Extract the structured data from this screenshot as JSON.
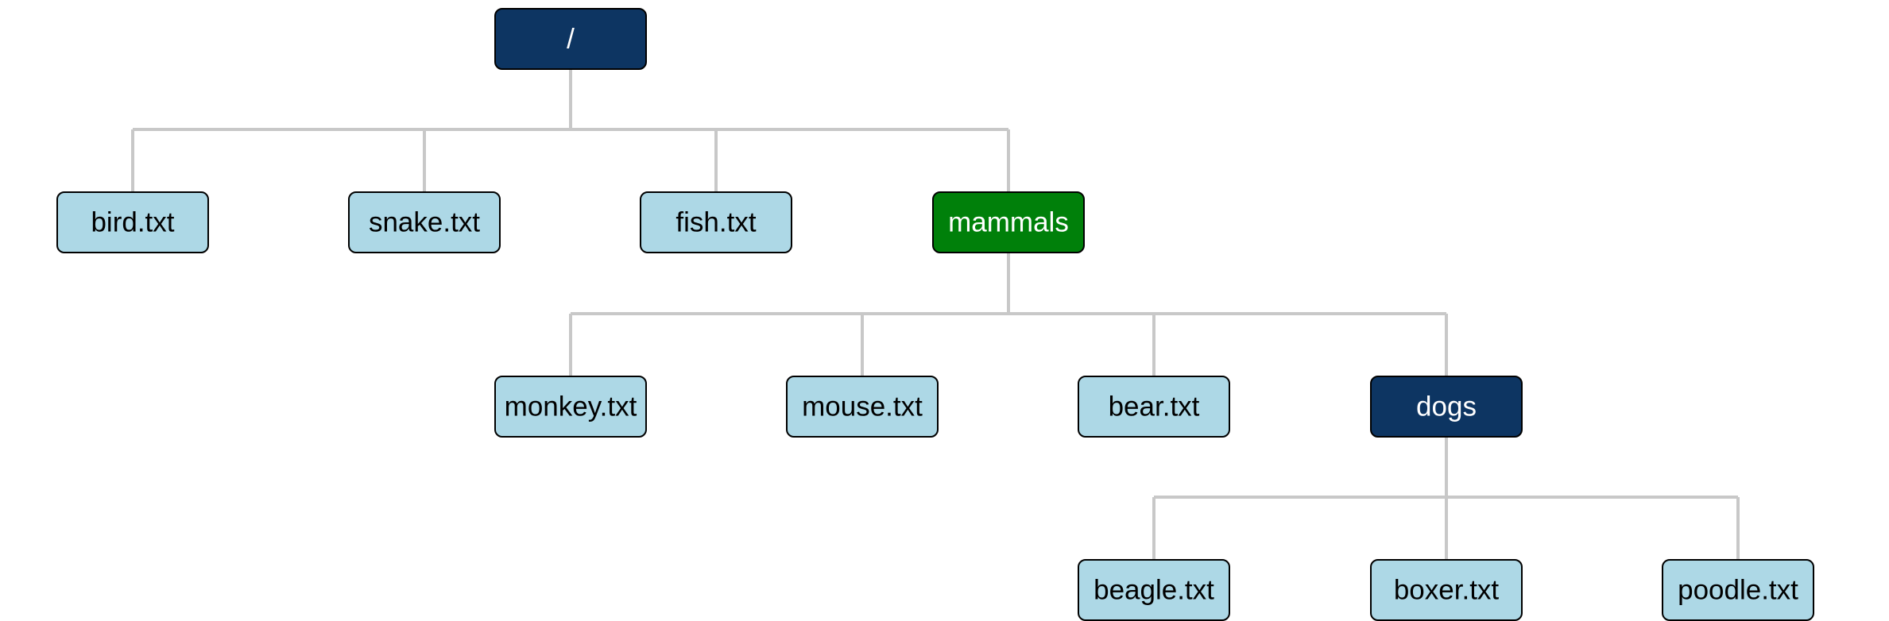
{
  "colors": {
    "folder_fill": "#0d3562",
    "folder_text": "#ffffff",
    "selected_fill": "#00800a",
    "selected_text": "#ffffff",
    "file_fill": "#add8e6",
    "file_text": "#000000",
    "connector": "#c8c8c8",
    "border": "#000000"
  },
  "tree": {
    "root": {
      "label": "/",
      "type": "folder"
    },
    "level1": [
      {
        "label": "bird.txt",
        "type": "file"
      },
      {
        "label": "snake.txt",
        "type": "file"
      },
      {
        "label": "fish.txt",
        "type": "file"
      },
      {
        "label": "mammals",
        "type": "selected-folder"
      }
    ],
    "mammals_children": [
      {
        "label": "monkey.txt",
        "type": "file"
      },
      {
        "label": "mouse.txt",
        "type": "file"
      },
      {
        "label": "bear.txt",
        "type": "file"
      },
      {
        "label": "dogs",
        "type": "folder"
      }
    ],
    "dogs_children": [
      {
        "label": "beagle.txt",
        "type": "file"
      },
      {
        "label": "boxer.txt",
        "type": "file"
      },
      {
        "label": "poodle.txt",
        "type": "file"
      }
    ]
  }
}
